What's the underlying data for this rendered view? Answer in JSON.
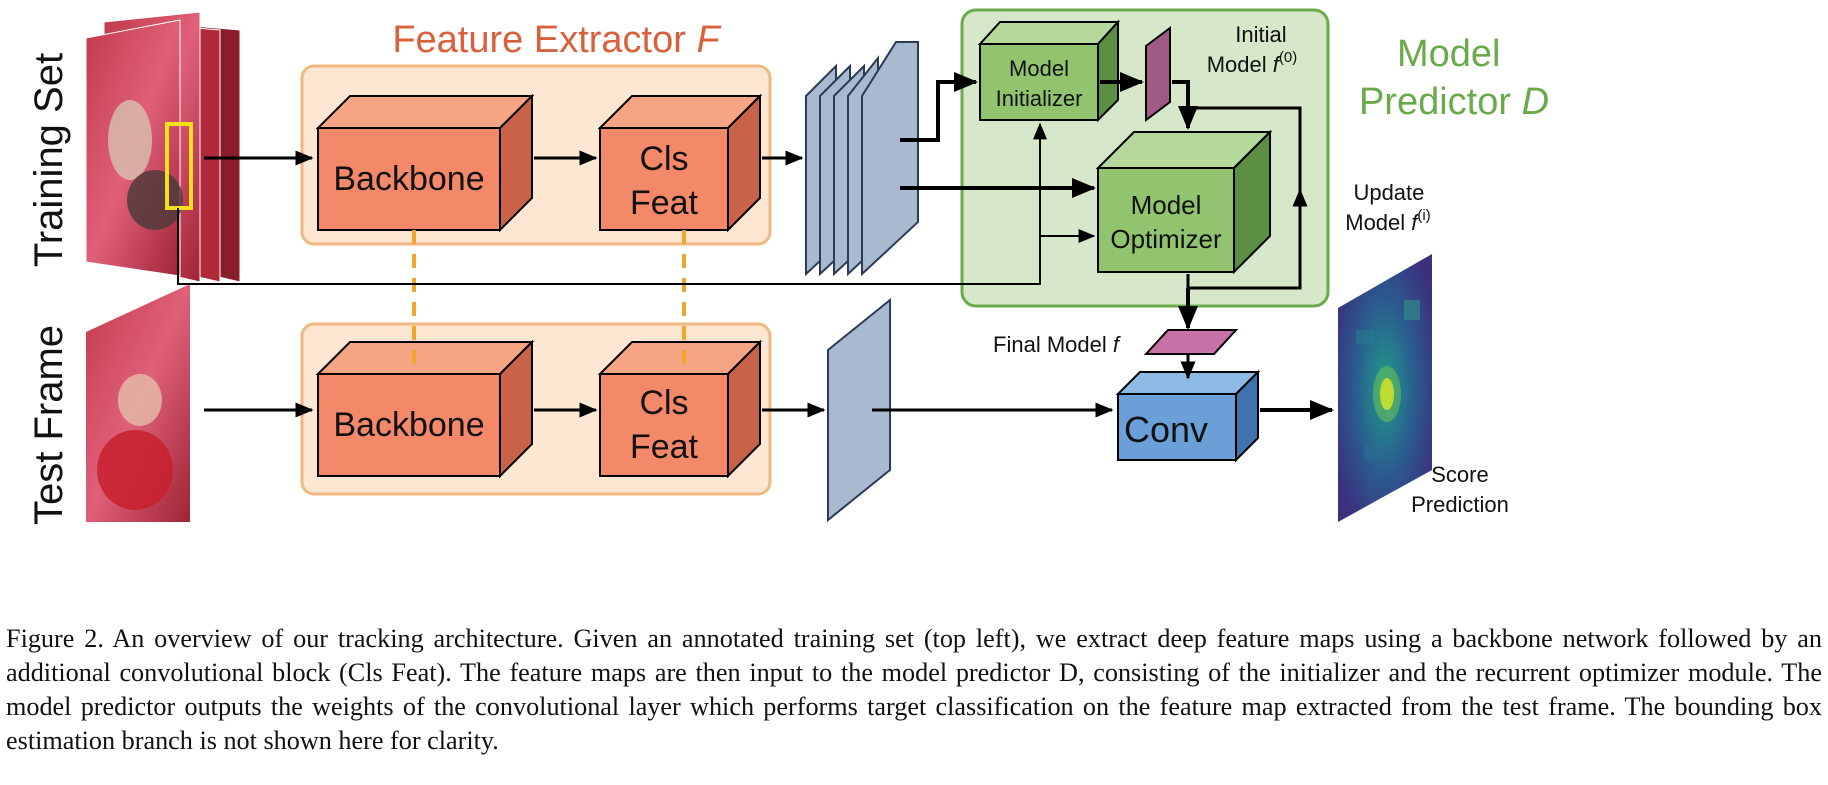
{
  "labels": {
    "training_set": "Training Set",
    "test_frame": "Test Frame",
    "feature_extractor_text": "Feature Extractor ",
    "feature_extractor_symbol": "F",
    "model_predictor_line1": "Model",
    "model_predictor_line2_text": "Predictor ",
    "model_predictor_symbol": "D",
    "backbone_top": "Backbone",
    "backbone_bottom": "Backbone",
    "cls_line1": "Cls",
    "cls_line2": "Feat",
    "model_initializer_line1": "Model",
    "model_initializer_line2": "Initializer",
    "model_optimizer_line1": "Model",
    "model_optimizer_line2": "Optimizer",
    "initial_model_line1": "Initial",
    "initial_model_line2_text": "Model ",
    "initial_model_symbol": "f",
    "initial_model_sup": "(0)",
    "update_model_line1": "Update",
    "update_model_line2_text": "Model ",
    "update_model_symbol": "f",
    "update_model_sup": "(i)",
    "final_model_text": "Final Model ",
    "final_model_symbol": "f",
    "conv": "Conv",
    "score_line1": "Score",
    "score_line2": "Prediction"
  },
  "caption": {
    "text": "Figure 2. An overview of our tracking architecture. Given an annotated training set (top left), we extract deep feature maps using a backbone network followed by an additional convolutional block (Cls Feat). The feature maps are then input to the model predictor D, consisting of the initializer and the recurrent optimizer module. The model predictor outputs the weights of the convolutional layer which performs target classification on the feature map extracted from the test frame. The bounding box estimation branch is not shown here for clarity."
  },
  "colors": {
    "extractor_title": "#d9603a",
    "extractor_panel": "#fde7d2",
    "predictor_title": "#6aaa4b",
    "predictor_panel": "#d6e8c9",
    "orange_block": "#f4896a",
    "green_block": "#92c36f",
    "conv_block": "#6a9fd8",
    "feature_map": "#a9b9cf",
    "model_weights": "#a05b84",
    "dashed_link": "#f2a52a"
  }
}
